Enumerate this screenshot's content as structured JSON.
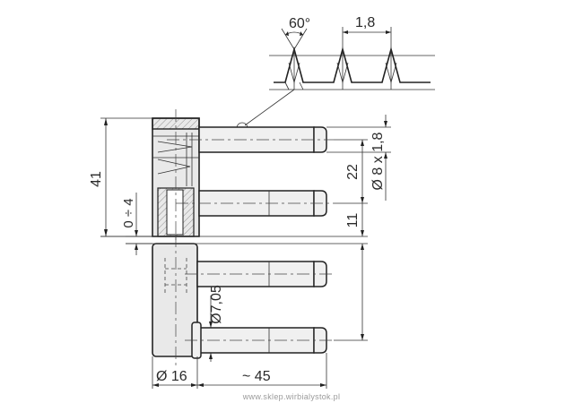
{
  "dimensions": {
    "thread_angle": "60°",
    "thread_pitch": "1,8",
    "thread_size": "Ø 8 x 1,8",
    "overall_height": "41",
    "upper_pin_spacing": "22",
    "lower_offset": "11",
    "adjust_range": "0 ÷ 4",
    "pin_diameter": "Ø7,05",
    "body_diameter": "Ø 16",
    "pin_length": "~ 45"
  },
  "footer": {
    "watermark": "www.sklep.wirbialystok.pl"
  }
}
